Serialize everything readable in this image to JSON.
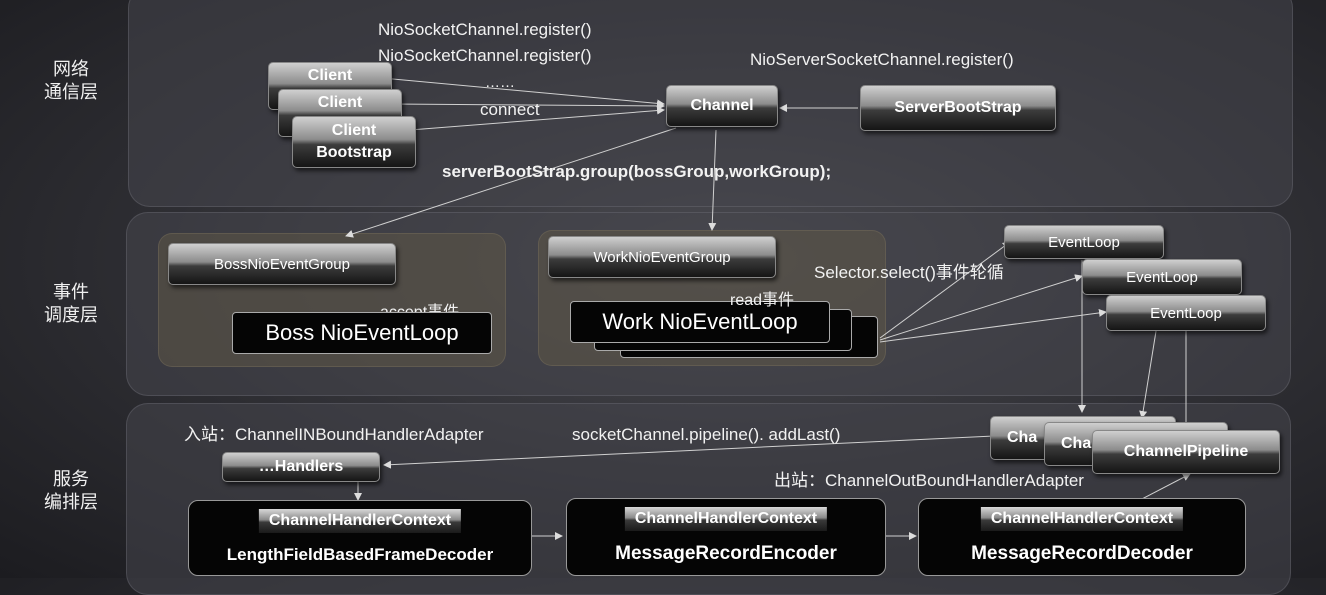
{
  "layers": {
    "network": [
      "网络",
      "通信层"
    ],
    "event": [
      "事件",
      "调度层"
    ],
    "service": [
      "服务",
      "编排层"
    ]
  },
  "network": {
    "client_1": "Client",
    "client_2": "Client",
    "client_3": "Client",
    "bootstrap": "Bootstrap",
    "register_1": "NioSocketChannel.register()",
    "register_2": "NioSocketChannel.register()",
    "ellipsis": "……",
    "connect": "connect",
    "channel": "Channel",
    "server_bootstrap": "ServerBootStrap",
    "server_register": "NioServerSocketChannel.register()",
    "group_call": "serverBootStrap.group(bossGroup,workGroup);"
  },
  "event": {
    "boss_group": "BossNioEventGroup",
    "accept": "accept事件",
    "boss_loop": "Boss NioEventLoop",
    "work_group": "WorkNioEventGroup",
    "read": "read事件",
    "work_loop": "Work NioEventLoop",
    "selector": "Selector.select()事件轮循",
    "event_loop_1": "EventLoop",
    "event_loop_2": "EventLoop",
    "event_loop_3": "EventLoop"
  },
  "service": {
    "inbound": "入站：ChannelINBoundHandlerAdapter",
    "pipeline_call": "socketChannel.pipeline(). addLast()",
    "handlers": "…Handlers",
    "outbound": "出站：ChannelOutBoundHandlerAdapter",
    "pipeline_1": "Cha",
    "pipeline_2": "Cha",
    "pipeline_3": "ChannelPipeline",
    "ctx_tag_1": "ChannelHandlerContext",
    "ctx_name_1": "LengthFieldBasedFrameDecoder",
    "ctx_tag_2": "ChannelHandlerContext",
    "ctx_name_2": "MessageRecordEncoder",
    "ctx_tag_3": "ChannelHandlerContext",
    "ctx_name_3": "MessageRecordDecoder"
  }
}
